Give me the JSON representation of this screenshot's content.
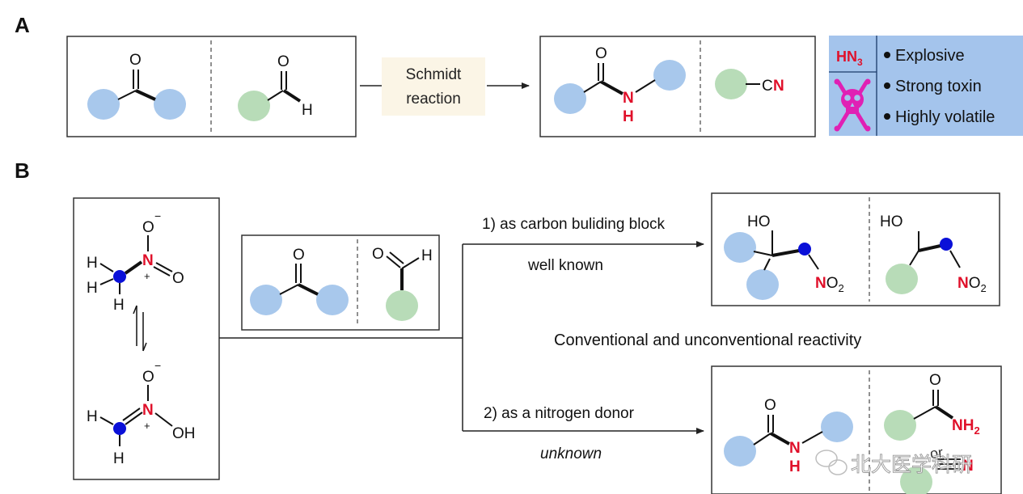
{
  "panel_labels": {
    "a": "A",
    "b": "B"
  },
  "colors": {
    "blue_group": "#a8c8ec",
    "green_group": "#b8dcb8",
    "nitrogen_red": "#e0102a",
    "carbon_blue": "#0a10d8",
    "hazard_bg": "#a4c4ec",
    "hazard_skull": "#e020b4",
    "condition_bg": "#fbf5e6"
  },
  "panel_a": {
    "ketone_o": "O",
    "aldehyde_o": "O",
    "aldehyde_h": "H",
    "condition_line1": "Schmidt",
    "condition_line2": "reaction",
    "amide_o": "O",
    "amide_n": "N",
    "amide_h": "H",
    "nitrile_c": "C",
    "nitrile_n": "N",
    "hazard": {
      "reagent": "HN",
      "reagent_sub": "3",
      "items": [
        "Explosive",
        "Strong toxin",
        "Highly volatile"
      ],
      "icon": "skull-and-crossbones"
    }
  },
  "panel_b": {
    "nitromethane": {
      "o_minus_top": "O",
      "minus": "−",
      "plus": "+",
      "n": "N",
      "o_right": "O",
      "h1": "H",
      "h2": "H",
      "h3": "H"
    },
    "aci_nitro": {
      "o_minus_top": "O",
      "minus": "−",
      "plus": "+",
      "n": "N",
      "oh": "OH",
      "h1": "H",
      "h2": "H"
    },
    "substrates": {
      "ketone_o": "O",
      "aldehyde_o": "O",
      "aldehyde_h": "H"
    },
    "route1": {
      "label": "1) as carbon buliding block",
      "note": "well known"
    },
    "route2": {
      "label": "2) as a nitrogen donor",
      "note": "unknown"
    },
    "middle_caption": "Conventional and unconventional  reactivity",
    "henry_products": {
      "ho1": "HO",
      "n1": "N",
      "o1": "O",
      "sub1": "2",
      "ho2": "HO",
      "n2": "N",
      "o2": "O",
      "sub2": "2"
    },
    "nitrogen_products": {
      "amide_o": "O",
      "amide_n": "N",
      "amide_h": "H",
      "primary_o": "O",
      "nh": "NH",
      "nh_sub": "2",
      "nitrile_n": "N",
      "partial_glyph": "or"
    }
  },
  "watermark": "北大医学科研"
}
